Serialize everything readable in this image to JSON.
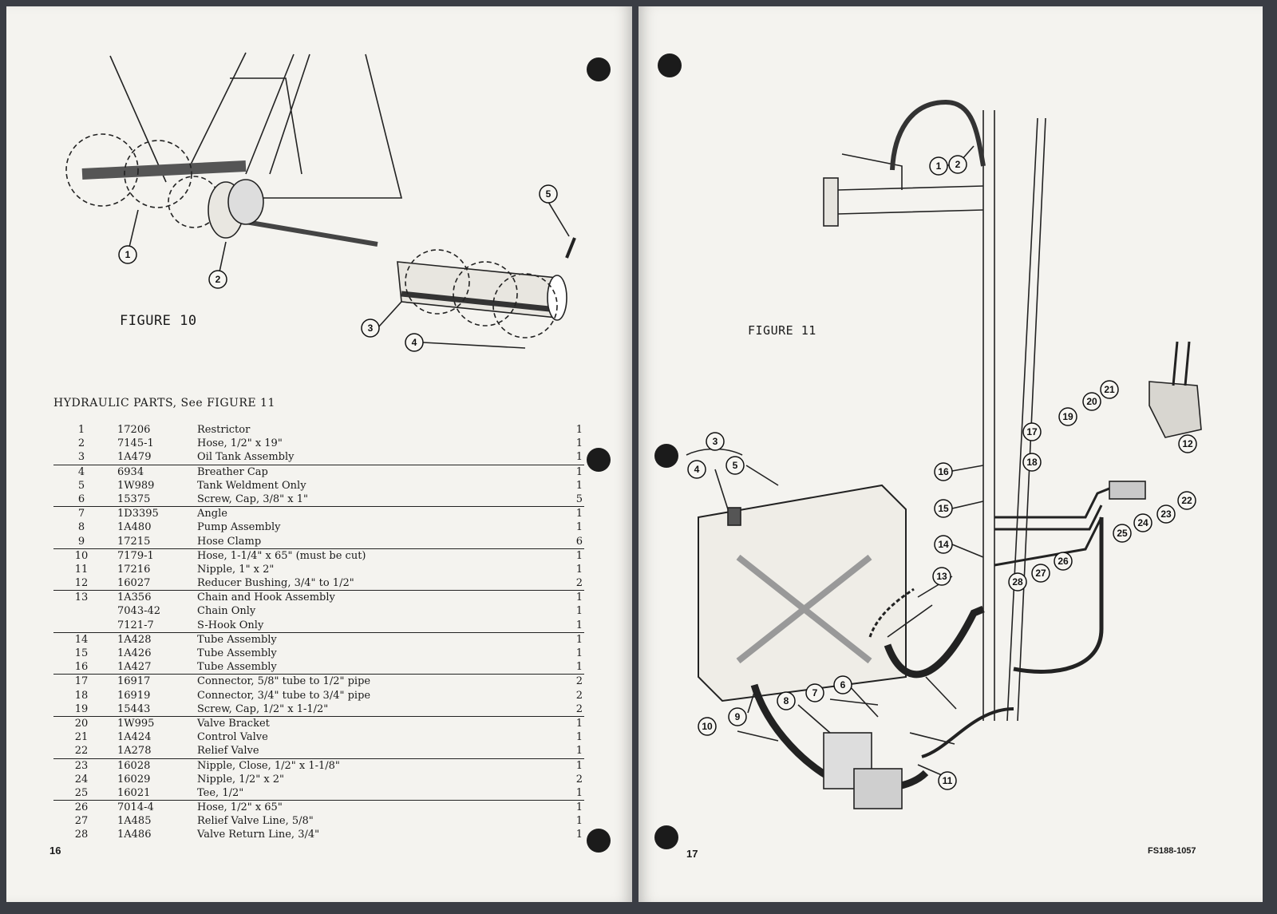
{
  "left_page": {
    "figure_caption": "FIGURE 10",
    "table_title": "HYDRAULIC PARTS, See FIGURE 11",
    "page_number": "16",
    "figure_callouts": [
      "1",
      "2",
      "3",
      "4",
      "5"
    ],
    "parts": [
      {
        "item": "1",
        "part": "17206",
        "desc": "Restrictor",
        "qty": "1",
        "rule": false
      },
      {
        "item": "2",
        "part": "7145-1",
        "desc": "Hose, 1/2\" x 19\"",
        "qty": "1",
        "rule": false
      },
      {
        "item": "3",
        "part": "1A479",
        "desc": "Oil Tank Assembly",
        "qty": "1",
        "rule": false
      },
      {
        "item": "4",
        "part": "6934",
        "desc": "Breather Cap",
        "qty": "1",
        "rule": true
      },
      {
        "item": "5",
        "part": "1W989",
        "desc": "Tank Weldment Only",
        "qty": "1",
        "rule": false
      },
      {
        "item": "6",
        "part": "15375",
        "desc": "Screw, Cap, 3/8\" x 1\"",
        "qty": "5",
        "rule": false
      },
      {
        "item": "7",
        "part": "1D3395",
        "desc": "Angle",
        "qty": "1",
        "rule": true
      },
      {
        "item": "8",
        "part": "1A480",
        "desc": "Pump Assembly",
        "qty": "1",
        "rule": false
      },
      {
        "item": "9",
        "part": "17215",
        "desc": "Hose Clamp",
        "qty": "6",
        "rule": false
      },
      {
        "item": "10",
        "part": "7179-1",
        "desc": "Hose, 1-1/4\" x 65\" (must be cut)",
        "qty": "1",
        "rule": true
      },
      {
        "item": "11",
        "part": "17216",
        "desc": "Nipple, 1\" x 2\"",
        "qty": "1",
        "rule": false
      },
      {
        "item": "12",
        "part": "16027",
        "desc": "Reducer Bushing, 3/4\" to 1/2\"",
        "qty": "2",
        "rule": false
      },
      {
        "item": "13",
        "part": "1A356",
        "desc": "Chain and Hook Assembly",
        "qty": "1",
        "rule": true
      },
      {
        "item": "",
        "part": "7043-42",
        "desc": "Chain Only",
        "qty": "1",
        "rule": false
      },
      {
        "item": "",
        "part": "7121-7",
        "desc": "S-Hook Only",
        "qty": "1",
        "rule": false
      },
      {
        "item": "14",
        "part": "1A428",
        "desc": "Tube Assembly",
        "qty": "1",
        "rule": true
      },
      {
        "item": "15",
        "part": "1A426",
        "desc": "Tube Assembly",
        "qty": "1",
        "rule": false
      },
      {
        "item": "16",
        "part": "1A427",
        "desc": "Tube Assembly",
        "qty": "1",
        "rule": false
      },
      {
        "item": "17",
        "part": "16917",
        "desc": "Connector, 5/8\" tube to 1/2\" pipe",
        "qty": "2",
        "rule": true
      },
      {
        "item": "18",
        "part": "16919",
        "desc": "Connector, 3/4\" tube to 3/4\" pipe",
        "qty": "2",
        "rule": false
      },
      {
        "item": "19",
        "part": "15443",
        "desc": "Screw, Cap, 1/2\" x 1-1/2\"",
        "qty": "2",
        "rule": false
      },
      {
        "item": "20",
        "part": "1W995",
        "desc": "Valve Bracket",
        "qty": "1",
        "rule": true
      },
      {
        "item": "21",
        "part": "1A424",
        "desc": "Control Valve",
        "qty": "1",
        "rule": false
      },
      {
        "item": "22",
        "part": "1A278",
        "desc": "Relief Valve",
        "qty": "1",
        "rule": false
      },
      {
        "item": "23",
        "part": "16028",
        "desc": "Nipple, Close, 1/2\" x 1-1/8\"",
        "qty": "1",
        "rule": true
      },
      {
        "item": "24",
        "part": "16029",
        "desc": "Nipple, 1/2\" x 2\"",
        "qty": "2",
        "rule": false
      },
      {
        "item": "25",
        "part": "16021",
        "desc": "Tee, 1/2\"",
        "qty": "1",
        "rule": false
      },
      {
        "item": "26",
        "part": "7014-4",
        "desc": "Hose, 1/2\" x 65\"",
        "qty": "1",
        "rule": true
      },
      {
        "item": "27",
        "part": "1A485",
        "desc": "Relief Valve Line, 5/8\"",
        "qty": "1",
        "rule": false
      },
      {
        "item": "28",
        "part": "1A486",
        "desc": "Valve Return Line, 3/4\"",
        "qty": "1",
        "rule": false
      }
    ]
  },
  "right_page": {
    "figure_caption": "FIGURE 11",
    "page_number": "17",
    "document_code": "FS188-1057",
    "figure_callouts": [
      "1",
      "2",
      "3",
      "4",
      "5",
      "6",
      "7",
      "8",
      "9",
      "10",
      "11",
      "12",
      "13",
      "14",
      "15",
      "16",
      "17",
      "18",
      "19",
      "20",
      "21",
      "22",
      "23",
      "24",
      "25",
      "26",
      "27",
      "28"
    ]
  },
  "colors": {
    "paper": "#f4f3ef",
    "ink": "#1a1a1a",
    "background": "#3a3d44"
  }
}
